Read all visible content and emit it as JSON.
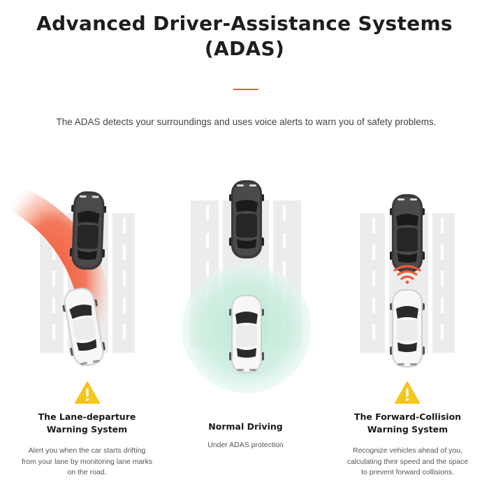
{
  "header": {
    "title_line1": "Advanced Driver-Assistance Systems",
    "title_line2": "(ADAS)",
    "subtitle": "The ADAS detects your surroundings and uses voice alerts to warn you of safety problems."
  },
  "features": [
    {
      "title_line1": "The Lane-departure",
      "title_line2": "Warning System",
      "description": "Alert you when the car starts drifting from your lane by monitoring lane marks on the road.",
      "icon": "warning-triangle-icon"
    },
    {
      "title_line1": "Normal Driving",
      "title_line2": "",
      "description": "Under ADAS protection",
      "icon": ""
    },
    {
      "title_line1": "The Forward-Collision",
      "title_line2": "Warning System",
      "description": "Recognize vehicles ahead of you, calculating their speed and the space to prevent forward collisions.",
      "icon": "warning-triangle-icon"
    }
  ],
  "colors": {
    "accent": "#e8623a",
    "warning_yellow": "#f5c518",
    "alert_red": "#f05a3a",
    "safe_green": "#cdeee0",
    "road": "#ececec",
    "text_dark": "#1a1a1a",
    "text_muted": "#555555"
  }
}
